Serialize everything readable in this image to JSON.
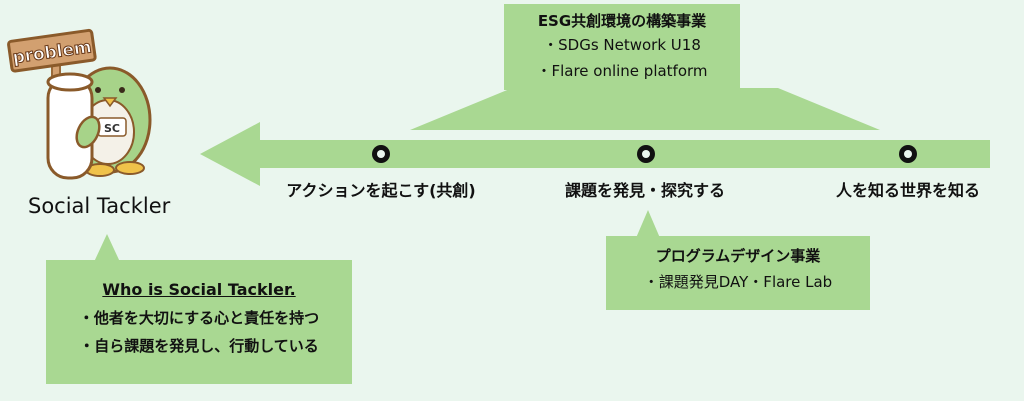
{
  "character": {
    "sign_text": "problem",
    "shirt_text": "SC",
    "name": "Social Tackler"
  },
  "arrow": {
    "stages": [
      {
        "label": "アクションを起こす(共創)"
      },
      {
        "label": "課題を発見・探究する"
      },
      {
        "label": "人を知る世界を知る"
      }
    ]
  },
  "top_callout": {
    "title": "ESG共創環境の構築事業",
    "items": [
      "・SDGs Network U18",
      "・Flare online platform"
    ]
  },
  "middle_callout": {
    "title": "プログラムデザイン事業",
    "items": [
      "・課題発見DAY・Flare Lab"
    ]
  },
  "bottom_callout": {
    "title": "Who is Social Tackler.",
    "items": [
      "・他者を大切にする心と責任を持つ",
      "・自ら課題を発見し、行動している"
    ]
  },
  "colors": {
    "background": "#eaf6ee",
    "box_fill": "#a9d892",
    "penguin_green": "#a7d389",
    "sign_brown": "#d2a070"
  }
}
